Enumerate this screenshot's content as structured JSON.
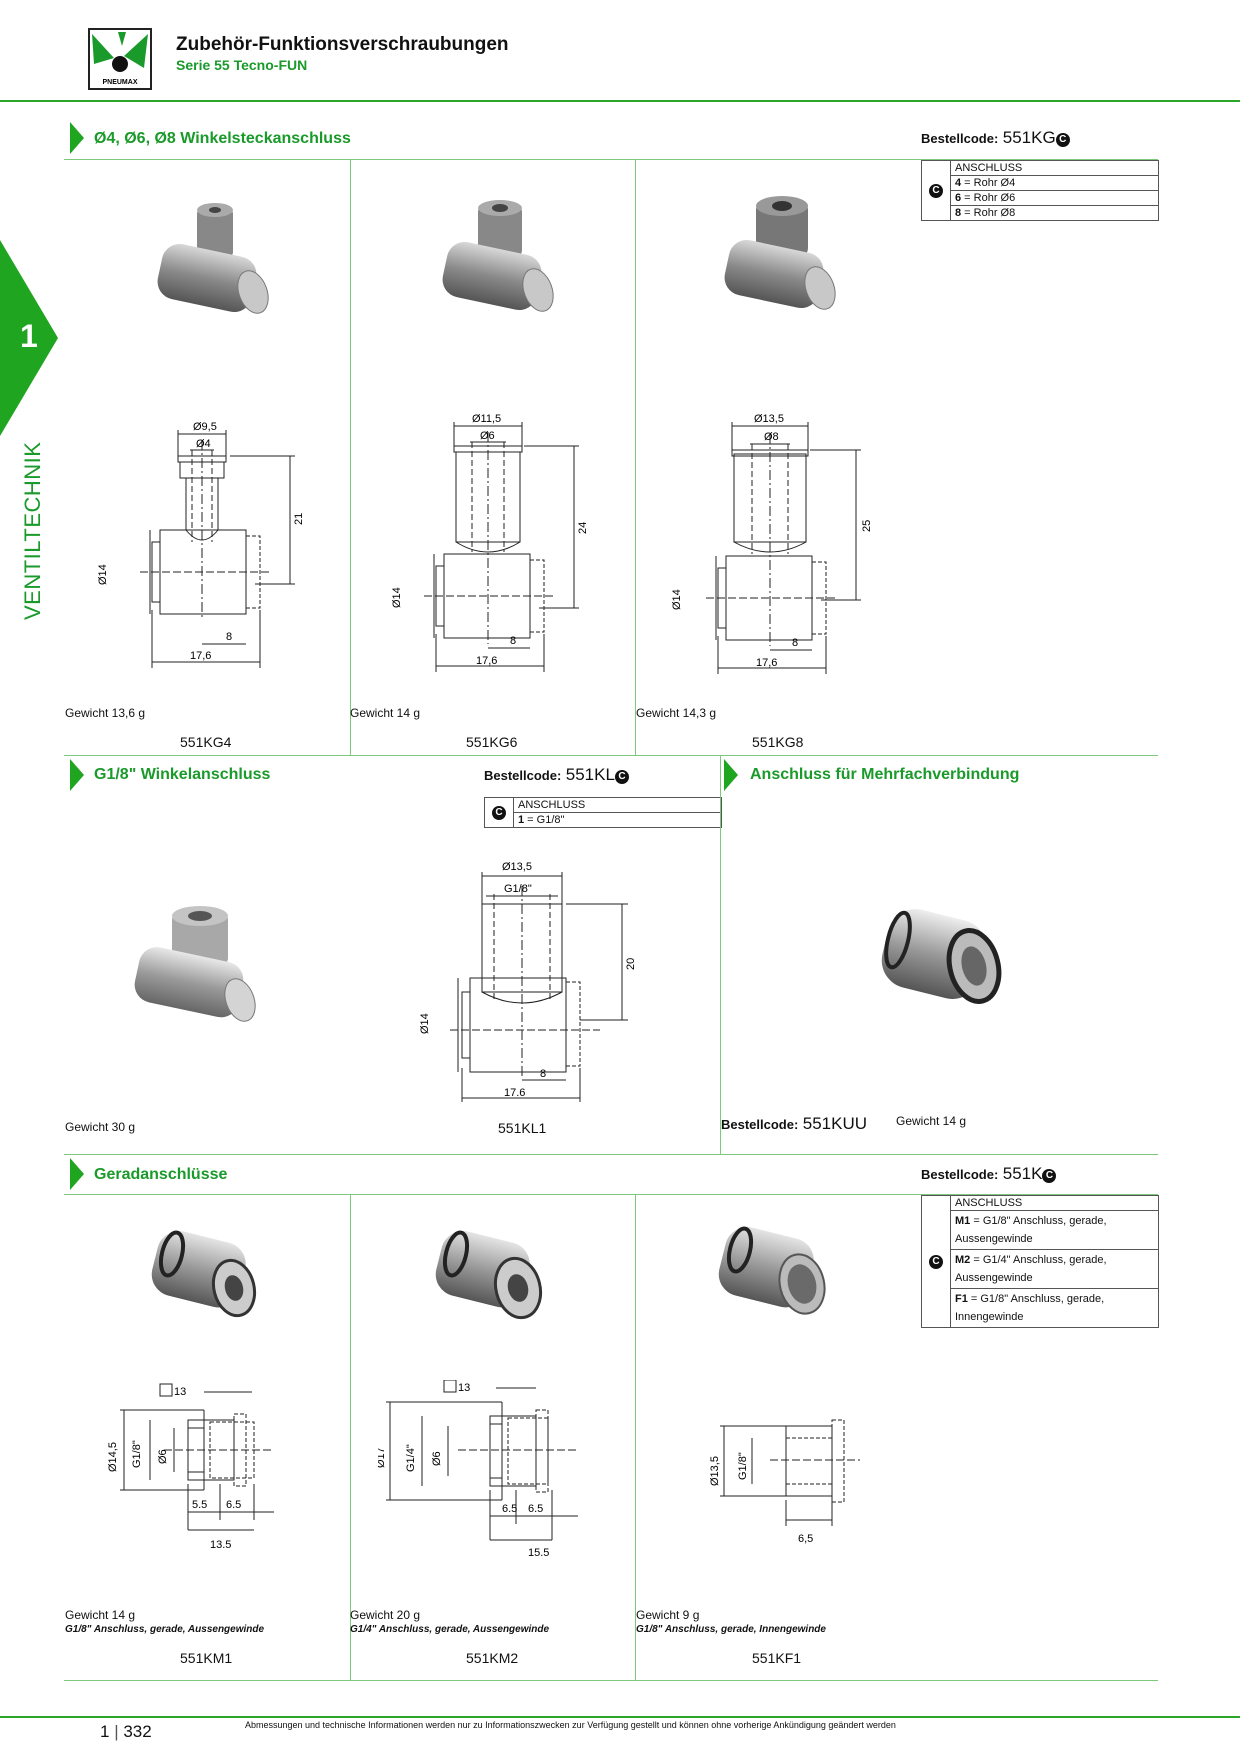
{
  "header": {
    "title": "Zubehör-Funktionsverschraubungen",
    "subtitle": "Serie 55 Tecno-FUN",
    "logo_text": "PNEUMAX"
  },
  "side_tab": {
    "number": "1",
    "label": "VENTILTECHNIK"
  },
  "sections": {
    "angle_push": {
      "title": "Ø4, Ø6, Ø8 Winkelsteckanschluss",
      "order_label": "Bestellcode:",
      "order_code": "551KG",
      "badge": "C",
      "table_header": "ANSCHLUSS",
      "table_rows": [
        {
          "key": "4",
          "value": " = Rohr Ø4"
        },
        {
          "key": "6",
          "value": " = Rohr Ø6"
        },
        {
          "key": "8",
          "value": " = Rohr Ø8"
        }
      ],
      "items": [
        {
          "weight": "Gewicht 13,6 g",
          "name": "551KG4",
          "dims": {
            "outer": "Ø9,5",
            "inner": "Ø4",
            "height": "21",
            "body": "Ø14",
            "offset": "8",
            "length": "17,6"
          }
        },
        {
          "weight": "Gewicht 14 g",
          "name": "551KG6",
          "dims": {
            "outer": "Ø11,5",
            "inner": "Ø6",
            "height": "24",
            "body": "Ø14",
            "offset": "8",
            "length": "17,6"
          }
        },
        {
          "weight": "Gewicht 14,3 g",
          "name": "551KG8",
          "dims": {
            "outer": "Ø13,5",
            "inner": "Ø8",
            "height": "25",
            "body": "Ø14",
            "offset": "8",
            "length": "17,6"
          }
        }
      ]
    },
    "angle_thread": {
      "title": "G1/8\" Winkelanschluss",
      "order_label": "Bestellcode:",
      "order_code": "551KL",
      "badge": "C",
      "table_header": "ANSCHLUSS",
      "table_rows": [
        {
          "key": "1",
          "value": " = G1/8\""
        }
      ],
      "weight": "Gewicht 30 g",
      "name": "551KL1",
      "dims": {
        "outer": "Ø13,5",
        "inner": "G1/8\"",
        "height": "20",
        "body": "Ø14",
        "offset": "8",
        "length": "17.6"
      }
    },
    "multi": {
      "title": "Anschluss für Mehrfachverbindung",
      "order_label": "Bestellcode:",
      "order_code": "551KUU",
      "weight": "Gewicht 14 g"
    },
    "straight": {
      "title": "Geradanschlüsse",
      "order_label": "Bestellcode:",
      "order_code": "551K",
      "badge": "C",
      "table_header": "ANSCHLUSS",
      "table_rows": [
        {
          "key": "M1",
          "value": " = G1/8\" Anschluss, gerade, Aussengewinde"
        },
        {
          "key": "M2",
          "value": " = G1/4\" Anschluss, gerade, Aussengewinde"
        },
        {
          "key": "F1",
          "value": " = G1/8\" Anschluss, gerade, Innengewinde"
        }
      ],
      "items": [
        {
          "weight": "Gewicht 14 g",
          "desc": "G1/8\" Anschluss, gerade, Aussengewinde",
          "name": "551KM1",
          "dims": {
            "wrench": "13",
            "outer": "Ø14,5",
            "thread": "G1/8\"",
            "bore": "Ø6",
            "a": "5.5",
            "b": "6.5",
            "total": "13.5"
          }
        },
        {
          "weight": "Gewicht 20 g",
          "desc": "G1/4\" Anschluss, gerade, Aussengewinde",
          "name": "551KM2",
          "dims": {
            "wrench": "13",
            "outer": "Ø17",
            "thread": "G1/4\"",
            "bore": "Ø6",
            "a": "6.5",
            "b": "6.5",
            "total": "15.5"
          }
        },
        {
          "weight": "Gewicht 9 g",
          "desc": "G1/8\" Anschluss, gerade, Innengewinde",
          "name": "551KF1",
          "dims": {
            "outer": "Ø13,5",
            "thread": "G1/8\"",
            "b": "6,5"
          }
        }
      ]
    }
  },
  "footer": {
    "chapter": "1",
    "page": "332",
    "note": "Abmessungen und technische Informationen werden nur zu Informationszwecken zur Verfügung gestellt und können ohne vorherige Ankündigung geändert werden"
  }
}
